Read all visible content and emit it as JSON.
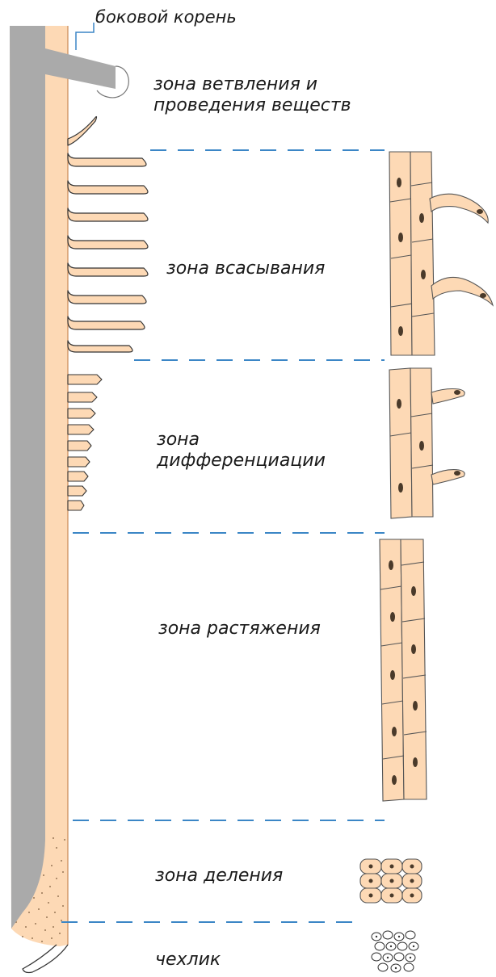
{
  "labels": {
    "lateral_root": "боковой корень",
    "branching_line1": "зона ветвления и",
    "branching_line2": "проведения веществ",
    "absorption": "зона всасывания",
    "differentiation_line1": "зона",
    "differentiation_line2": "дифференциации",
    "elongation": "зона растяжения",
    "division": "зона деления",
    "cap": "чехлик"
  },
  "colors": {
    "root_tissue": "#fdd9b5",
    "root_outline": "#c98a57",
    "central_cylinder": "#aaaaaa",
    "dash_line": "#3b86c6",
    "nucleus": "#4a3a2a",
    "text": "#1a1a1a"
  }
}
